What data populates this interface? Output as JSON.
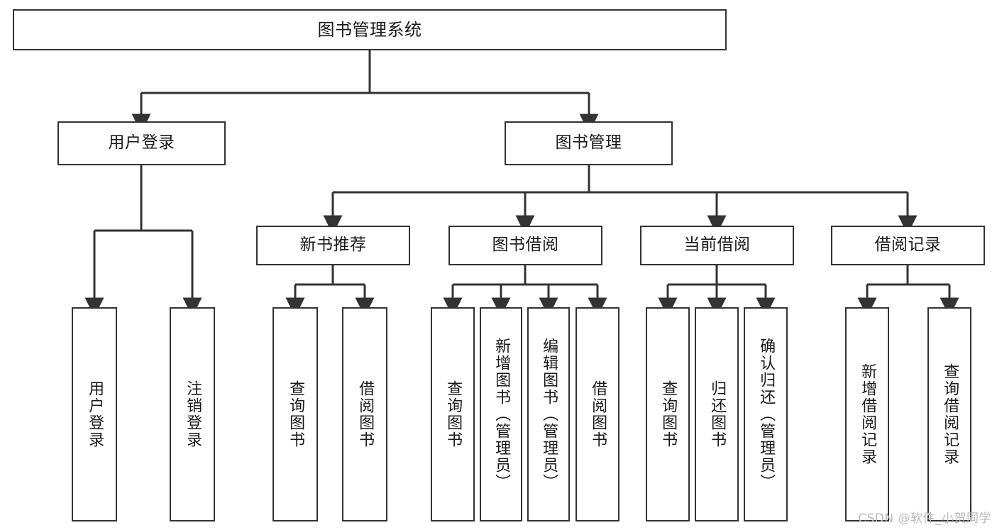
{
  "diagram": {
    "type": "tree",
    "title": "图书管理系统",
    "root": {
      "id": "root",
      "label": "图书管理系统",
      "orientation": "horizontal"
    },
    "level2": [
      {
        "id": "user-login",
        "label": "用户登录",
        "orientation": "horizontal"
      },
      {
        "id": "book-management",
        "label": "图书管理",
        "orientation": "horizontal"
      }
    ],
    "level3": [
      {
        "id": "new-book-recommend",
        "label": "新书推荐",
        "orientation": "horizontal",
        "parent": "book-management"
      },
      {
        "id": "book-borrow",
        "label": "图书借阅",
        "orientation": "horizontal",
        "parent": "book-management"
      },
      {
        "id": "current-borrow",
        "label": "当前借阅",
        "orientation": "horizontal",
        "parent": "book-management"
      },
      {
        "id": "borrow-record",
        "label": "借阅记录",
        "orientation": "horizontal",
        "parent": "book-management"
      }
    ],
    "leaves": [
      {
        "id": "leaf-user-login",
        "label": "用户登录",
        "orientation": "vertical",
        "parent": "user-login"
      },
      {
        "id": "leaf-user-logout",
        "label": "注销登录",
        "orientation": "vertical",
        "parent": "user-login"
      },
      {
        "id": "leaf-query-book-1",
        "label": "查询图书",
        "orientation": "vertical",
        "parent": "new-book-recommend"
      },
      {
        "id": "leaf-borrow-book-1",
        "label": "借阅图书",
        "orientation": "vertical",
        "parent": "new-book-recommend"
      },
      {
        "id": "leaf-query-book-2",
        "label": "查询图书",
        "orientation": "vertical",
        "parent": "book-borrow"
      },
      {
        "id": "leaf-add-book",
        "label": "新增图书（管理员）",
        "orientation": "vertical",
        "parent": "book-borrow"
      },
      {
        "id": "leaf-edit-book",
        "label": "编辑图书（管理员）",
        "orientation": "vertical",
        "parent": "book-borrow"
      },
      {
        "id": "leaf-borrow-book-2",
        "label": "借阅图书",
        "orientation": "vertical",
        "parent": "book-borrow"
      },
      {
        "id": "leaf-query-book-3",
        "label": "查询图书",
        "orientation": "vertical",
        "parent": "current-borrow"
      },
      {
        "id": "leaf-return-book",
        "label": "归还图书",
        "orientation": "vertical",
        "parent": "current-borrow"
      },
      {
        "id": "leaf-confirm-return",
        "label": "确认归还（管理员）",
        "orientation": "vertical",
        "parent": "current-borrow"
      },
      {
        "id": "leaf-add-record",
        "label": "新增借阅记录",
        "orientation": "vertical",
        "parent": "borrow-record"
      },
      {
        "id": "leaf-query-record",
        "label": "查询借阅记录",
        "orientation": "vertical",
        "parent": "borrow-record"
      }
    ],
    "colors": {
      "border": "#333333",
      "background": "#ffffff",
      "text": "#1a1a1a",
      "connector": "#333333",
      "watermark": "#b9b9b9"
    }
  },
  "watermark": {
    "text": "CSDN @软件_小贺同学"
  }
}
